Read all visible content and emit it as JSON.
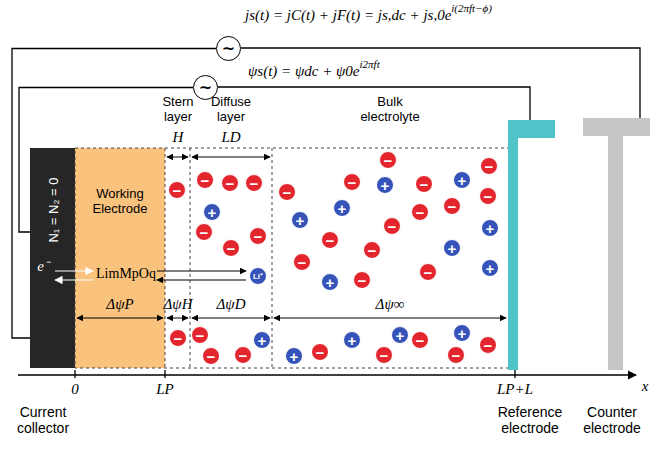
{
  "diagram": {
    "nodes": [
      {
        "text": [
          "~"
        ]
      },
      {
        "text": [
          "~"
        ]
      },
      {
        "text": [
          "N₁ = N₂ = 0"
        ]
      },
      {
        "text": [
          "Working Electrode",
          "LimMpOq"
        ]
      },
      {
        "text": [
          "−"
        ]
      },
      {
        "text": [
          "−"
        ]
      },
      {
        "text": [
          "Li⁺"
        ]
      },
      {
        "text": [
          "−"
        ]
      },
      {
        "text": [
          "−"
        ]
      },
      {
        "text": [
          "−"
        ]
      },
      {
        "text": [
          "−"
        ]
      },
      {
        "text": [
          "−"
        ]
      },
      {
        "text": [
          "−"
        ]
      },
      {
        "text": [
          "−"
        ]
      },
      {
        "text": [
          "−"
        ]
      },
      {
        "text": [
          "−"
        ]
      },
      {
        "text": [
          "+"
        ]
      },
      {
        "text": [
          "+"
        ]
      },
      {
        "text": [
          "−"
        ]
      },
      {
        "text": [
          "−"
        ]
      },
      {
        "text": [
          "−"
        ]
      },
      {
        "text": [
          "−"
        ]
      },
      {
        "text": [
          "−"
        ]
      },
      {
        "text": [
          "−"
        ]
      },
      {
        "text": [
          "−"
        ]
      },
      {
        "text": [
          "−"
        ]
      },
      {
        "text": [
          "−"
        ]
      },
      {
        "text": [
          "−"
        ]
      },
      {
        "text": [
          "−"
        ]
      },
      {
        "text": [
          "−"
        ]
      },
      {
        "text": [
          "−"
        ]
      },
      {
        "text": [
          "−"
        ]
      },
      {
        "text": [
          "−"
        ]
      },
      {
        "text": [
          "−"
        ]
      },
      {
        "text": [
          "−"
        ]
      },
      {
        "text": [
          "−"
        ]
      },
      {
        "text": [
          "−"
        ]
      },
      {
        "text": [
          "+"
        ]
      },
      {
        "text": [
          "+"
        ]
      },
      {
        "text": [
          "+"
        ]
      },
      {
        "text": [
          "+"
        ]
      },
      {
        "text": [
          "+"
        ]
      },
      {
        "text": [
          "+"
        ]
      },
      {
        "text": [
          "+"
        ]
      },
      {
        "text": [
          "+"
        ]
      },
      {
        "text": [
          "+"
        ]
      },
      {
        "text": [
          "+"
        ]
      },
      {
        "text": [
          "+"
        ]
      },
      {
        "text": [
          "+"
        ]
      }
    ],
    "edges": [
      {
        "from": 0,
        "to": 2,
        "arrow": "none"
      },
      {
        "from": 1,
        "to": 2,
        "arrow": "none"
      }
    ],
    "labels": [
      "js(t) = jC(t) + jF(t) = js,dc + js,0e",
      "i(2πft−ϕ)",
      "ψs(t) = ψdc + ψ0e",
      "i2πft",
      "Stern layer",
      "Diffuse layer",
      "Bulk electrolyte",
      "H",
      "LD",
      "e⁻",
      "ΔψP",
      "ΔψH",
      "ΔψD",
      "Δψ∞",
      "0",
      "LP",
      "LP+L",
      "x",
      "Current collector",
      "Reference electrode",
      "Counter electrode"
    ]
  }
}
